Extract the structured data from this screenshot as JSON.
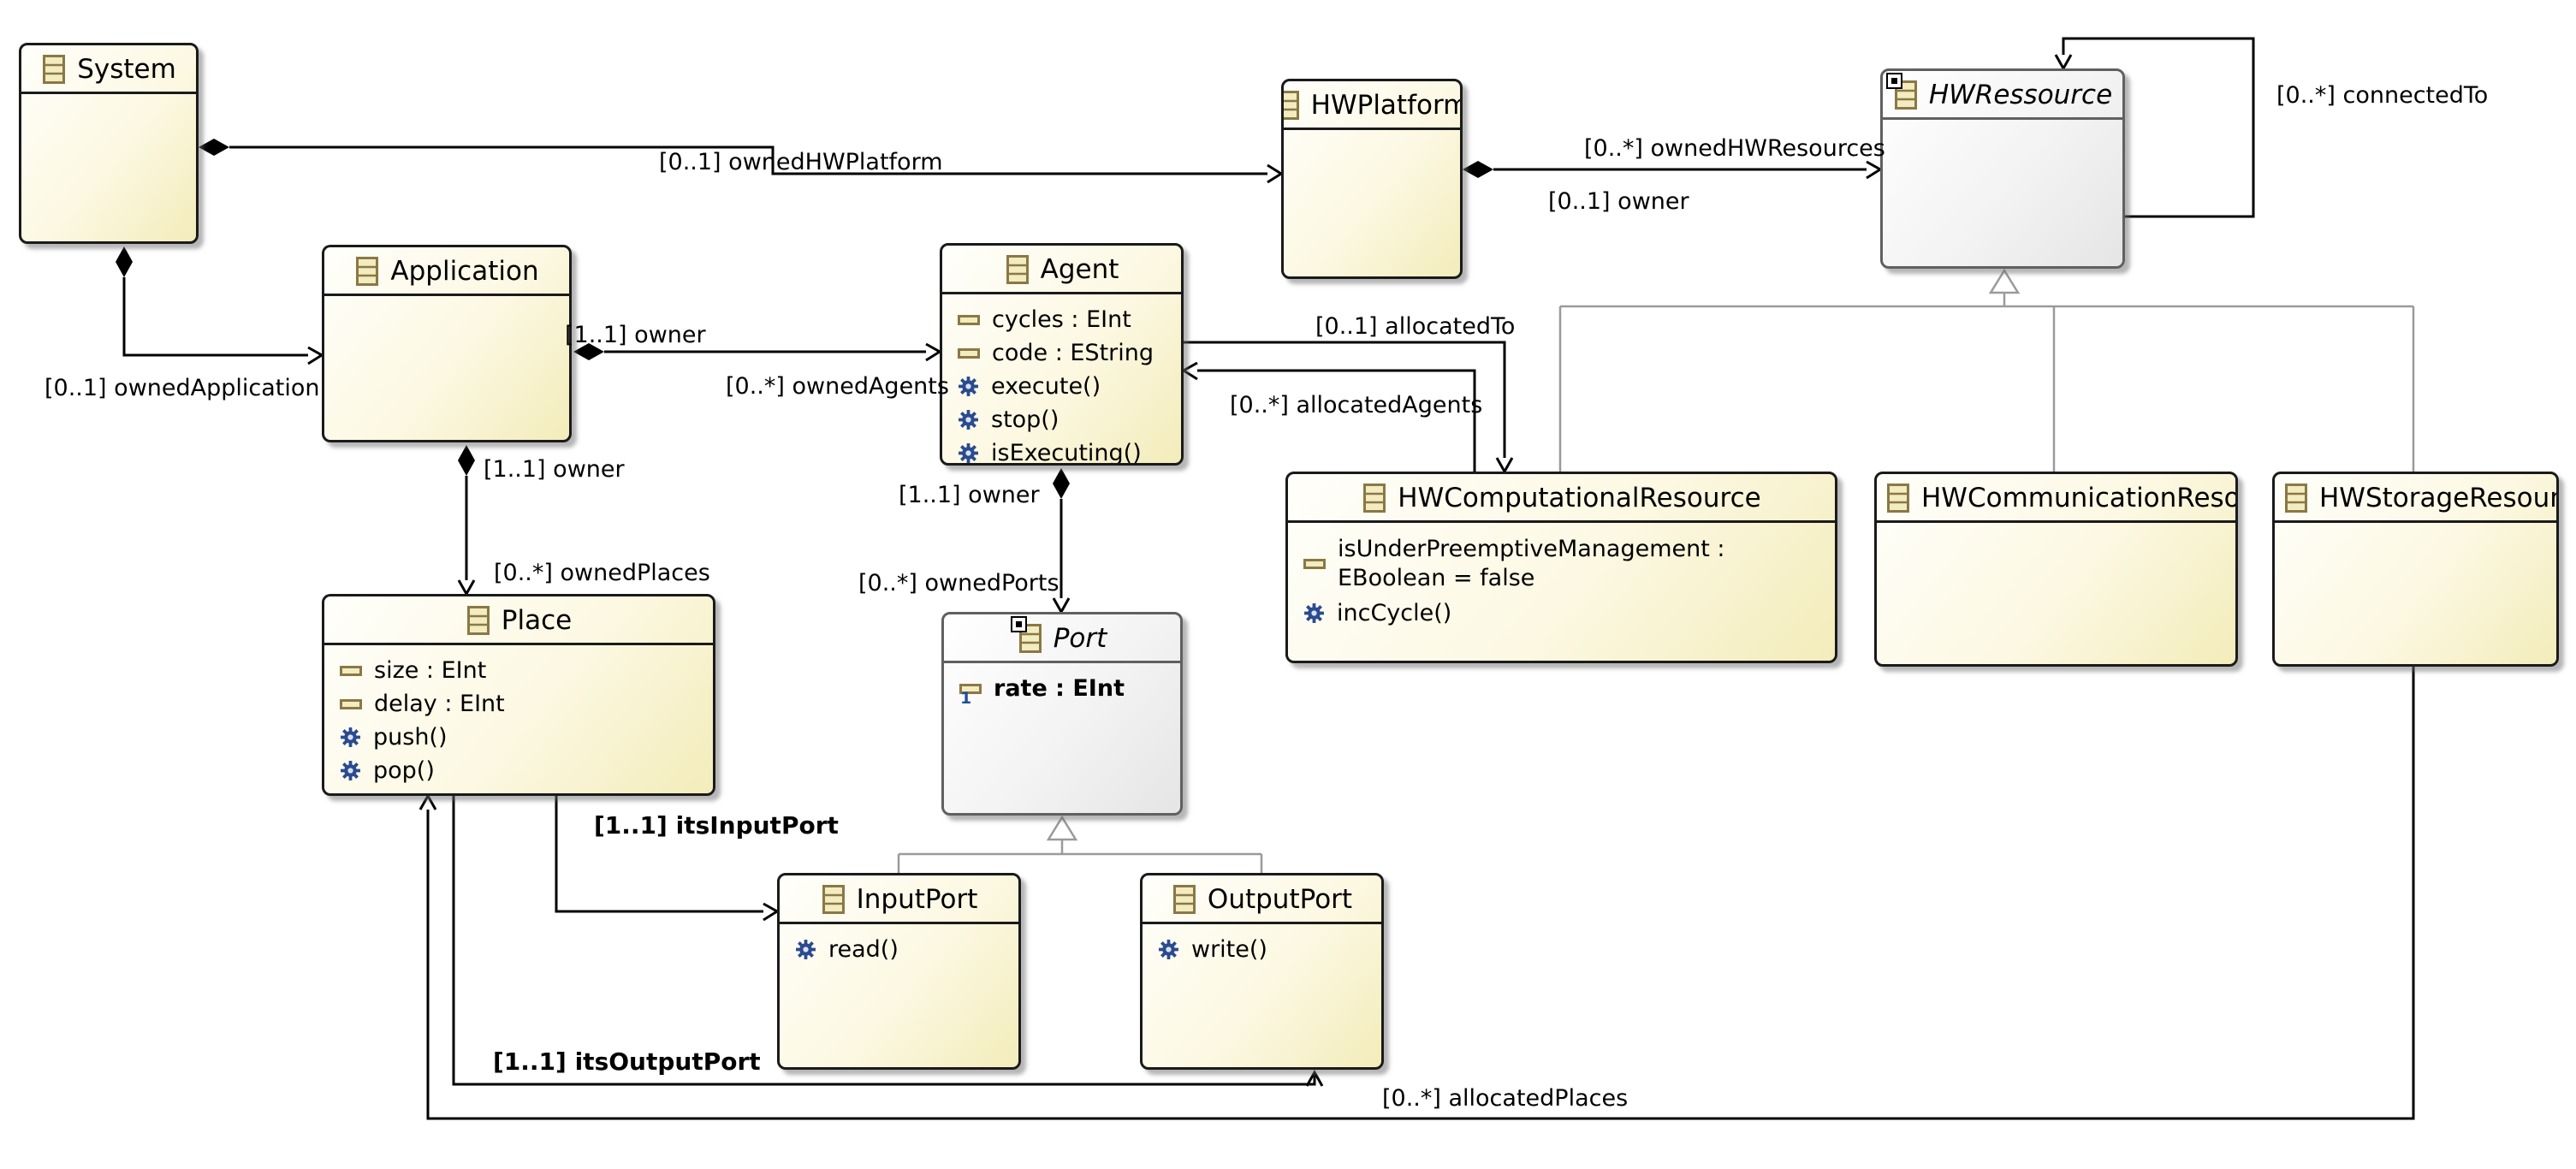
{
  "classes": [
    {
      "name": "System",
      "abstract": false,
      "attributes": [],
      "operations": []
    },
    {
      "name": "Application",
      "abstract": false,
      "attributes": [],
      "operations": []
    },
    {
      "name": "Agent",
      "abstract": false,
      "attributes": [
        "cycles : EInt",
        "code : EString"
      ],
      "operations": [
        "execute()",
        "stop()",
        "isExecuting()"
      ]
    },
    {
      "name": "HWPlatform",
      "abstract": false,
      "attributes": [],
      "operations": []
    },
    {
      "name": "HWRessource",
      "abstract": true,
      "attributes": [],
      "operations": []
    },
    {
      "name": "HWComputationalResource",
      "abstract": false,
      "attributes": [
        "isUnderPreemptiveManagement : EBoolean = false"
      ],
      "operations": [
        "incCycle()"
      ]
    },
    {
      "name": "HWCommunicationResource",
      "abstract": false,
      "attributes": [],
      "operations": []
    },
    {
      "name": "HWStorageResource",
      "abstract": false,
      "attributes": [],
      "operations": []
    },
    {
      "name": "Place",
      "abstract": false,
      "attributes": [
        "size : EInt",
        "delay : EInt"
      ],
      "operations": [
        "push()",
        "pop()"
      ]
    },
    {
      "name": "Port",
      "abstract": true,
      "attributes": [
        "rate : EInt"
      ],
      "operations": []
    },
    {
      "name": "InputPort",
      "abstract": false,
      "attributes": [],
      "operations": [
        "read()"
      ]
    },
    {
      "name": "OutputPort",
      "abstract": false,
      "attributes": [],
      "operations": [
        "write()"
      ]
    }
  ],
  "edge_labels": {
    "ownedHWPlatform": "[0..1] ownedHWPlatform",
    "ownedHWResources": "[0..*] ownedHWResources",
    "hwOwner": "[0..1] owner",
    "connectedTo": "[0..*] connectedTo",
    "ownedApplication": "[0..1] ownedApplication",
    "agentOwner": "[1..1] owner",
    "ownedAgents": "[0..*] ownedAgents",
    "placeOwner": "[1..1] owner",
    "ownedPlaces": "[0..*] ownedPlaces",
    "portOwner": "[1..1] owner",
    "ownedPorts": "[0..*] ownedPorts",
    "allocatedTo": "[0..1] allocatedTo",
    "allocatedAgents": "[0..*] allocatedAgents",
    "itsInputPort": "[1..1] itsInputPort",
    "itsOutputPort": "[1..1] itsOutputPort",
    "allocatedPlaces": "[0..*] allocatedPlaces"
  },
  "colors": {
    "association": "#000000",
    "generalization": "#9a9a9a",
    "class_border": "#1a1a1a",
    "abstract_border": "#606060",
    "class_fill": "#f9f3cf",
    "abstract_fill": "#ececec",
    "icon_fill": "#f2ecc0",
    "icon_border": "#8a7845",
    "gear_blue": "#2b4b8f"
  }
}
